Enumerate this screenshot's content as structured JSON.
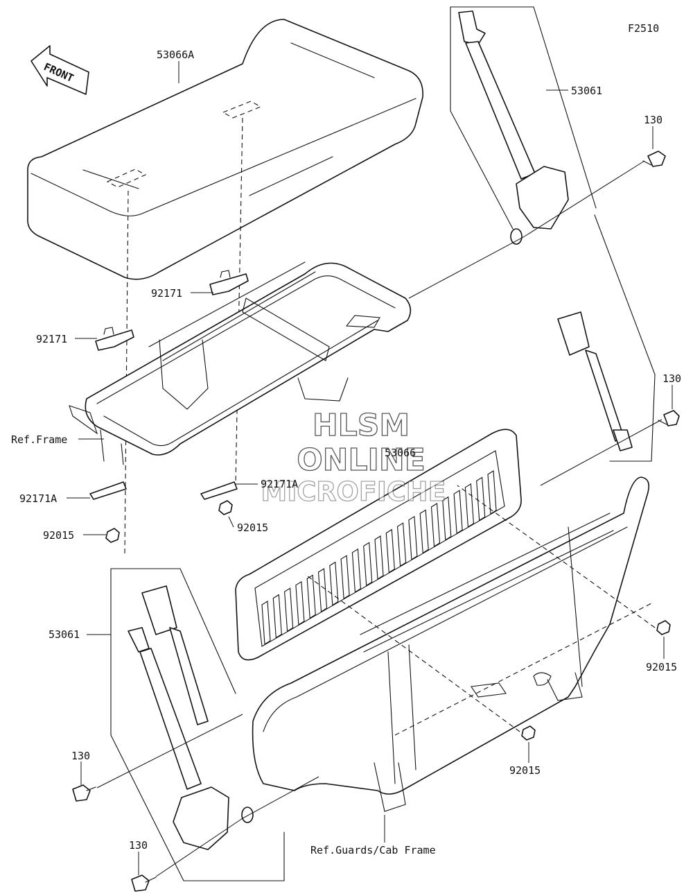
{
  "figure_code": "F2510",
  "front_label": "FRONT",
  "watermark": {
    "line1": "HLSM",
    "line2": "ONLINE",
    "line3": "MICROFICHE"
  },
  "callouts": {
    "seat_front": "53066A",
    "seat_rear": "53066",
    "belt_upper": "53061",
    "belt_lower": "53061",
    "bolt_a": "130",
    "bolt_b": "130",
    "bolt_c": "130",
    "bolt_d": "130",
    "bracket_a": "92171",
    "bracket_b": "92171",
    "bracket_c": "92171A",
    "bracket_d": "92171A",
    "nut_a": "92015",
    "nut_b": "92015",
    "nut_c": "92015",
    "nut_d": "92015",
    "ref_frame": "Ref.Frame",
    "ref_guards": "Ref.Guards/Cab Frame"
  }
}
